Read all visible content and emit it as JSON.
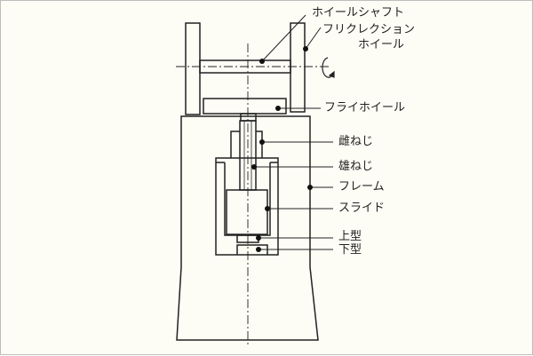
{
  "labels": {
    "wheel_shaft": "ホイールシャフト",
    "friction_wheel_1": "フリクレクション",
    "friction_wheel_2": "ホイール",
    "flywheel": "フライホイール",
    "female_screw": "雌ねじ",
    "male_screw": "雄ねじ",
    "frame": "フレーム",
    "slide": "スライド",
    "upper_die": "上型",
    "lower_die": "下型"
  }
}
